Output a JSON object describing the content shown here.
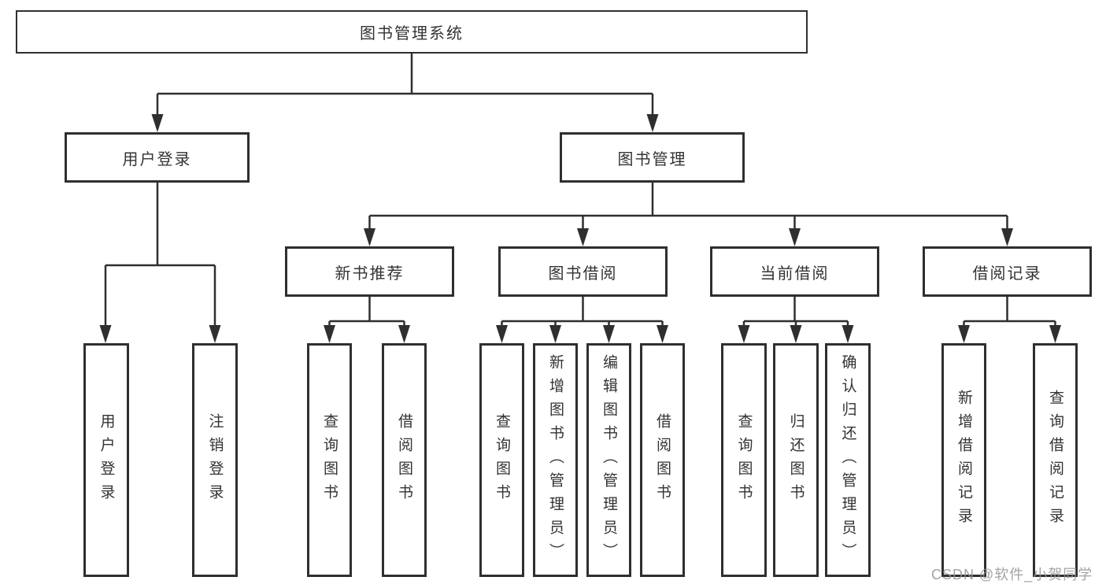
{
  "tree": {
    "root": "图书管理系统",
    "branches": [
      {
        "label": "用户登录",
        "children": [
          "用户登录",
          "注销登录"
        ]
      },
      {
        "label": "图书管理",
        "groups": [
          {
            "label": "新书推荐",
            "children": [
              "查询图书",
              "借阅图书"
            ]
          },
          {
            "label": "图书借阅",
            "children": [
              "查询图书",
              "新增图书（管理员）",
              "编辑图书（管理员）",
              "借阅图书"
            ]
          },
          {
            "label": "当前借阅",
            "children": [
              "查询图书",
              "归还图书",
              "确认归还（管理员）"
            ]
          },
          {
            "label": "借阅记录",
            "children": [
              "新增借阅记录",
              "查询借阅记录"
            ]
          }
        ]
      }
    ]
  },
  "watermark": {
    "text": "CSDN @软件_小贺同学",
    "color": "#969696"
  },
  "colors": {
    "line": "#2f2f2f",
    "box_background": "#ffffff",
    "text": "#333333",
    "background": "#ffffff"
  }
}
